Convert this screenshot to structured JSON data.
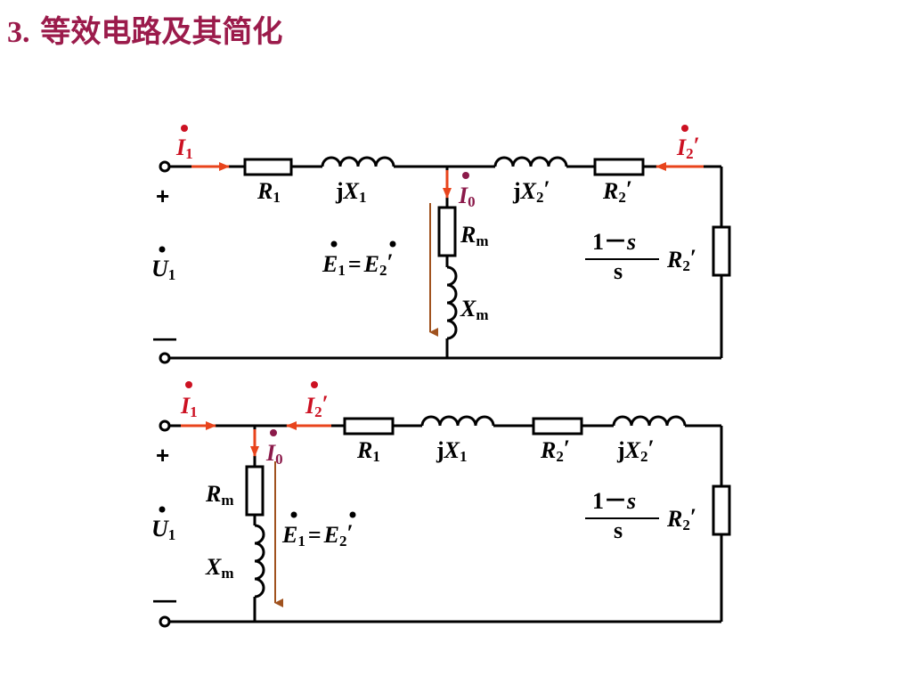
{
  "title": {
    "number": "3.",
    "text": "等效电路及其简化"
  },
  "circuit_top": {
    "I1": "I",
    "I1_sub": "1",
    "I2": "I",
    "I2_sub": "2",
    "I2_prime": "′",
    "I0": "I",
    "I0_sub": "0",
    "R1": "R",
    "R1_sub": "1",
    "jX1_j": "j",
    "jX1": "X",
    "jX1_sub": "1",
    "jX2_j": "j",
    "jX2": "X",
    "jX2_sub": "2",
    "jX2_prime": "′",
    "R2": "R",
    "R2_sub": "2",
    "R2_prime": "′",
    "Rm": "R",
    "Rm_sub": "m",
    "Xm": "X",
    "Xm_sub": "m",
    "E1": "E",
    "E1_sub": "1",
    "eq": "=",
    "E2": "E",
    "E2_sub": "2",
    "E2_prime": "′",
    "plus": "+",
    "minus": "—",
    "U1": "U",
    "U1_sub": "1",
    "load_num": "1－",
    "load_num_s": "s",
    "load_den": "s",
    "load_R": "R",
    "load_R_sub": "2",
    "load_R_prime": "′"
  },
  "circuit_bottom": {
    "I1": "I",
    "I1_sub": "1",
    "I2": "I",
    "I2_sub": "2",
    "I2_prime": "′",
    "I0": "I",
    "I0_sub": "0",
    "R1": "R",
    "R1_sub": "1",
    "jX1_j": "j",
    "jX1": "X",
    "jX1_sub": "1",
    "R2": "R",
    "R2_sub": "2",
    "R2_prime": "′",
    "jX2_j": "j",
    "jX2": "X",
    "jX2_sub": "2",
    "jX2_prime": "′",
    "Rm": "R",
    "Rm_sub": "m",
    "Xm": "X",
    "Xm_sub": "m",
    "E1": "E",
    "E1_sub": "1",
    "eq": "=",
    "E2": "E",
    "E2_sub": "2",
    "E2_prime": "′",
    "plus": "+",
    "minus": "—",
    "U1": "U",
    "U1_sub": "1",
    "load_num": "1－",
    "load_num_s": "s",
    "load_den": "s",
    "load_R": "R",
    "load_R_sub": "2",
    "load_R_prime": "′"
  },
  "colors": {
    "title": "#9b1b4b",
    "current_label": "#cc1122",
    "arrow": "#e8441c",
    "emf_arrow": "#a0521e"
  }
}
